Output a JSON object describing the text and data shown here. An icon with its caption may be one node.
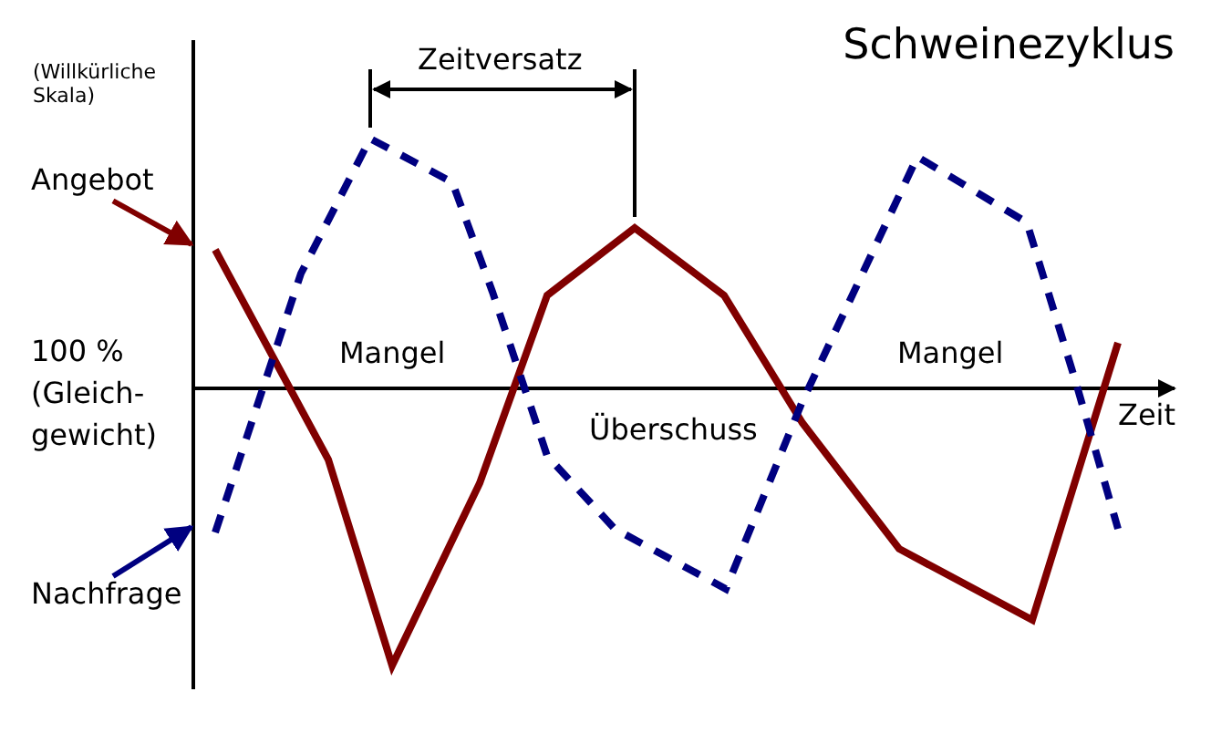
{
  "diagram": {
    "title": "Schweinezyklus",
    "nodes": [
      {
        "text": [
          "Angebot"
        ]
      },
      {
        "text": [],
        "shape": "line"
      },
      {
        "text": [
          "Nachfrage"
        ]
      },
      {
        "text": [],
        "shape": "line"
      }
    ],
    "edges": [
      {
        "from": 0,
        "to": 1,
        "arrow": "to",
        "color": "#800000"
      },
      {
        "from": 2,
        "to": 3,
        "arrow": "to",
        "color": "#000080"
      }
    ],
    "labels": [
      "(Willkürliche Skala)",
      "Zeitversatz",
      "100 % (Gleich- gewicht)",
      "Mangel",
      "Überschuss",
      "Mangel",
      "Zeit"
    ]
  }
}
